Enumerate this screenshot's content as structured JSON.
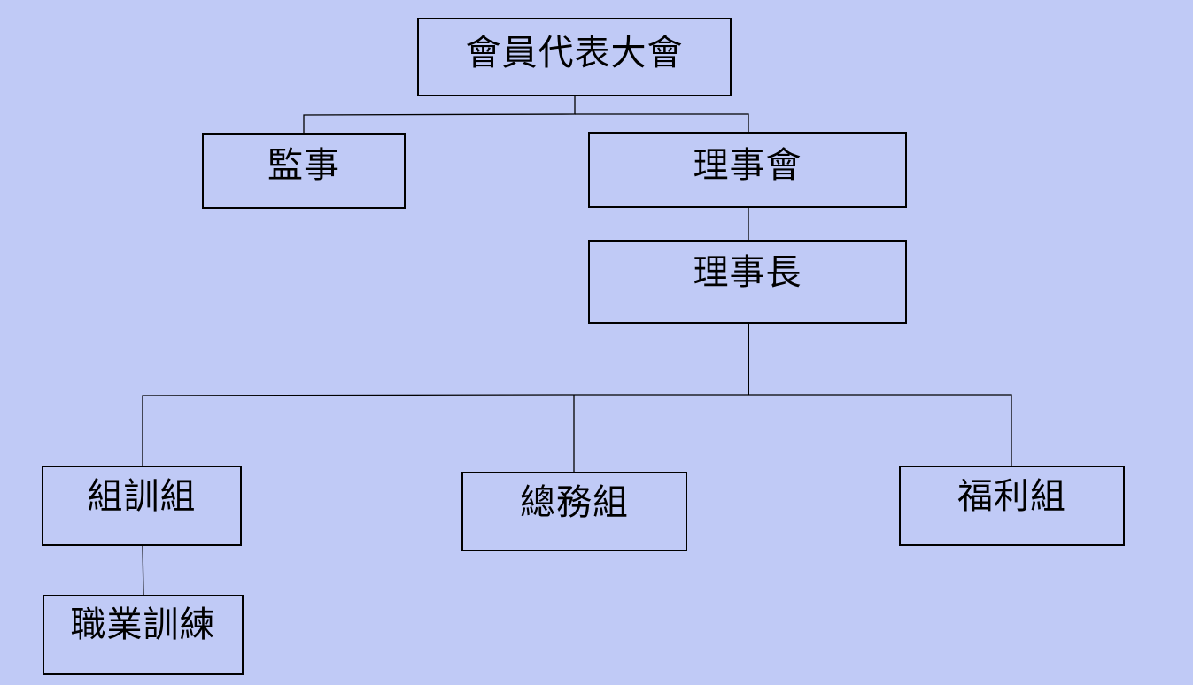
{
  "org_chart": {
    "nodes": {
      "general_assembly": "會員代表大會",
      "supervisors": "監事",
      "board": "理事會",
      "chairman": "理事長",
      "organization_training": "組訓組",
      "general_affairs": "總務組",
      "welfare": "福利組",
      "vocational_training": "職業訓練"
    },
    "relations": [
      [
        "general_assembly",
        "supervisors"
      ],
      [
        "general_assembly",
        "board"
      ],
      [
        "board",
        "chairman"
      ],
      [
        "chairman",
        "organization_training"
      ],
      [
        "chairman",
        "general_affairs"
      ],
      [
        "chairman",
        "welfare"
      ],
      [
        "organization_training",
        "vocational_training"
      ]
    ]
  }
}
